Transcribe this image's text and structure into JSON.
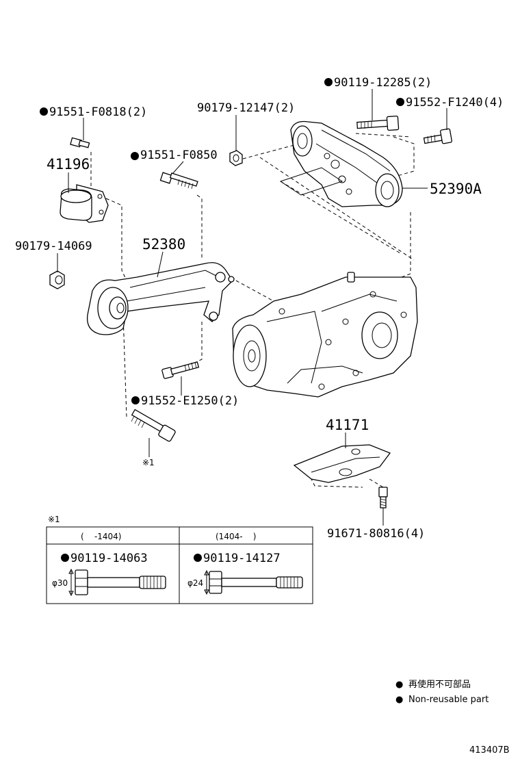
{
  "diagram_id": "413407B",
  "parts": [
    {
      "key": "p1",
      "number": "91551-F0818(2)",
      "non_reusable": true
    },
    {
      "key": "p2",
      "number": "41196",
      "non_reusable": false
    },
    {
      "key": "p3",
      "number": "90179-14069",
      "non_reusable": false
    },
    {
      "key": "p4",
      "number": "91551-F0850",
      "non_reusable": true
    },
    {
      "key": "p5",
      "number": "52380",
      "non_reusable": false
    },
    {
      "key": "p6",
      "number": "90179-12147(2)",
      "non_reusable": false
    },
    {
      "key": "p7",
      "number": "90119-12285(2)",
      "non_reusable": true
    },
    {
      "key": "p8",
      "number": "91552-F1240(4)",
      "non_reusable": true
    },
    {
      "key": "p9",
      "number": "52390A",
      "non_reusable": false
    },
    {
      "key": "p10",
      "number": "91552-E1250(2)",
      "non_reusable": true
    },
    {
      "key": "p11",
      "number": "41171",
      "non_reusable": false
    },
    {
      "key": "p12",
      "number": "91671-80816(4)",
      "non_reusable": false
    }
  ],
  "note_marker": "※1",
  "note_table": {
    "title": "※1",
    "columns": [
      {
        "period": "(    -1404)",
        "part": "90119-14063",
        "non_reusable": true,
        "dimension": "φ30"
      },
      {
        "period": "(1404-    )",
        "part": "90119-14127",
        "non_reusable": true,
        "dimension": "φ24"
      }
    ]
  },
  "legend": [
    {
      "symbol": "●",
      "text": "再使用不可部品"
    },
    {
      "symbol": "●",
      "text": "Non-reusable part"
    }
  ]
}
